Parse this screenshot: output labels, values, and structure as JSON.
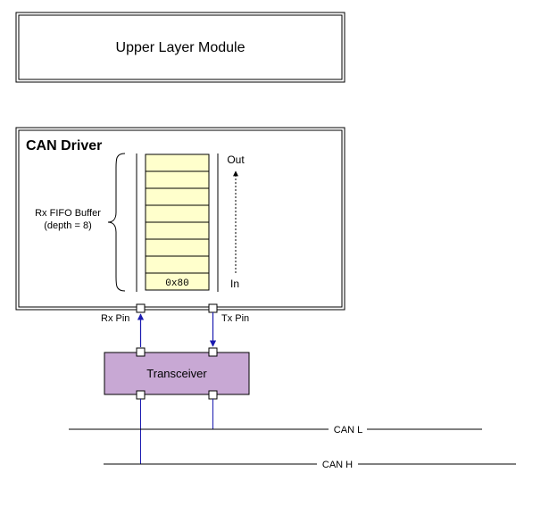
{
  "upper_module": {
    "label": "Upper Layer Module"
  },
  "can_driver": {
    "title": "CAN Driver",
    "fifo": {
      "label_line1": "Rx FIFO Buffer",
      "label_line2": "(depth = 8)",
      "slots": [
        "",
        "",
        "",
        "",
        "",
        "",
        "",
        "0x80"
      ],
      "out_label": "Out",
      "in_label": "In"
    }
  },
  "pins": {
    "rx_label": "Rx Pin",
    "tx_label": "Tx Pin"
  },
  "transceiver": {
    "label": "Transceiver"
  },
  "bus": {
    "can_l_label": "CAN L",
    "can_h_label": "CAN H"
  },
  "colors": {
    "fifo_fill": "#ffffcc",
    "transceiver_fill": "#c8a8d4",
    "signal_arrow": "#1a1ab0"
  }
}
